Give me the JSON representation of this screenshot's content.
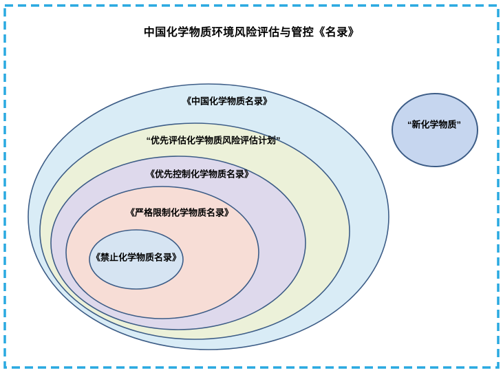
{
  "title": "中国化学物质环境风险评估与管控《名录》",
  "colors": {
    "frame_dash": "#29a9e0",
    "ellipse_stroke": "#3c5c86"
  },
  "rings": [
    {
      "label": "《中国化学物质名录》",
      "fill": "#d9ecf6"
    },
    {
      "label": "“优先评估化学物质风险评估计划”",
      "fill": "#ecf1d9"
    },
    {
      "label": "《优先控制化学物质名录》",
      "fill": "#ded9ec"
    },
    {
      "label": "《严格限制化学物质名录》",
      "fill": "#f7ddd6"
    },
    {
      "label": "《禁止化学物质名录》",
      "fill": "#d6e4f2"
    }
  ],
  "standalone": {
    "label": "“新化学物质”",
    "fill": "#c6d6ef"
  }
}
